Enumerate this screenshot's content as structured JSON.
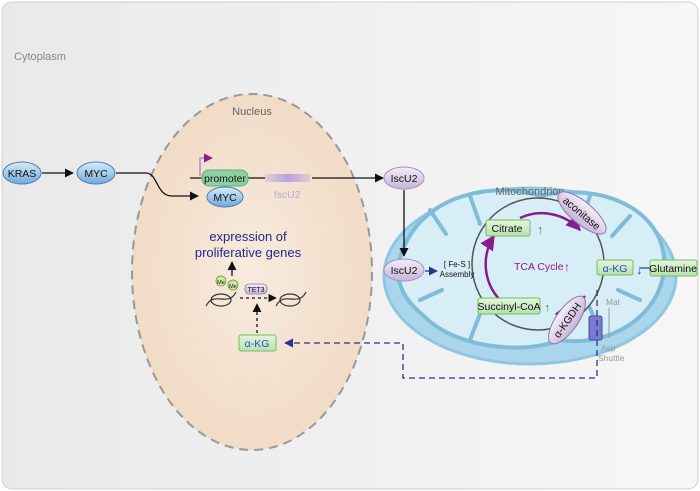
{
  "labels": {
    "cytoplasm": "Cytoplasm",
    "nucleus": "Nucleus",
    "mitochondrion": "Mitochondrion",
    "kras": "KRAS",
    "myc": "MYC",
    "myc_nuclear": "MYC",
    "promoter": "promoter",
    "iscu2_gene": "IscU2",
    "iscu2_cyto": "IscU2",
    "iscu2_mito": "IscU2",
    "fes_line1": "[ Fe-S ]",
    "fes_line2": "Assembly",
    "expression_line1": "expression of",
    "expression_line2": "proliferative genes",
    "me1": "Me",
    "me2": "Me",
    "tet3": "TET3",
    "akg_nucleus": "α-KG",
    "citrate": "Citrate",
    "aconitase": "aconitase",
    "tca_cycle": "TCA Cycle",
    "akg_mito": "α-KG",
    "glutamine": "Glutamine",
    "succinyl_coa": "Succinyl-CoA",
    "akgdh": "α-KGDH",
    "mal": "Mal",
    "asp_shuttle_line1": "Asp",
    "asp_shuttle_line2": "Shuttle",
    "up_arrow": "↑",
    "down_arrow": "↓"
  },
  "colors": {
    "up_green": "#2eaa4a",
    "tca_purple": "#8b1a8b",
    "akg_blue": "#1f4fbf",
    "dashed_navy": "#2b2f8f",
    "nucleus_fill": "#f2e0cf",
    "mito_fill": "#b9dff0"
  }
}
